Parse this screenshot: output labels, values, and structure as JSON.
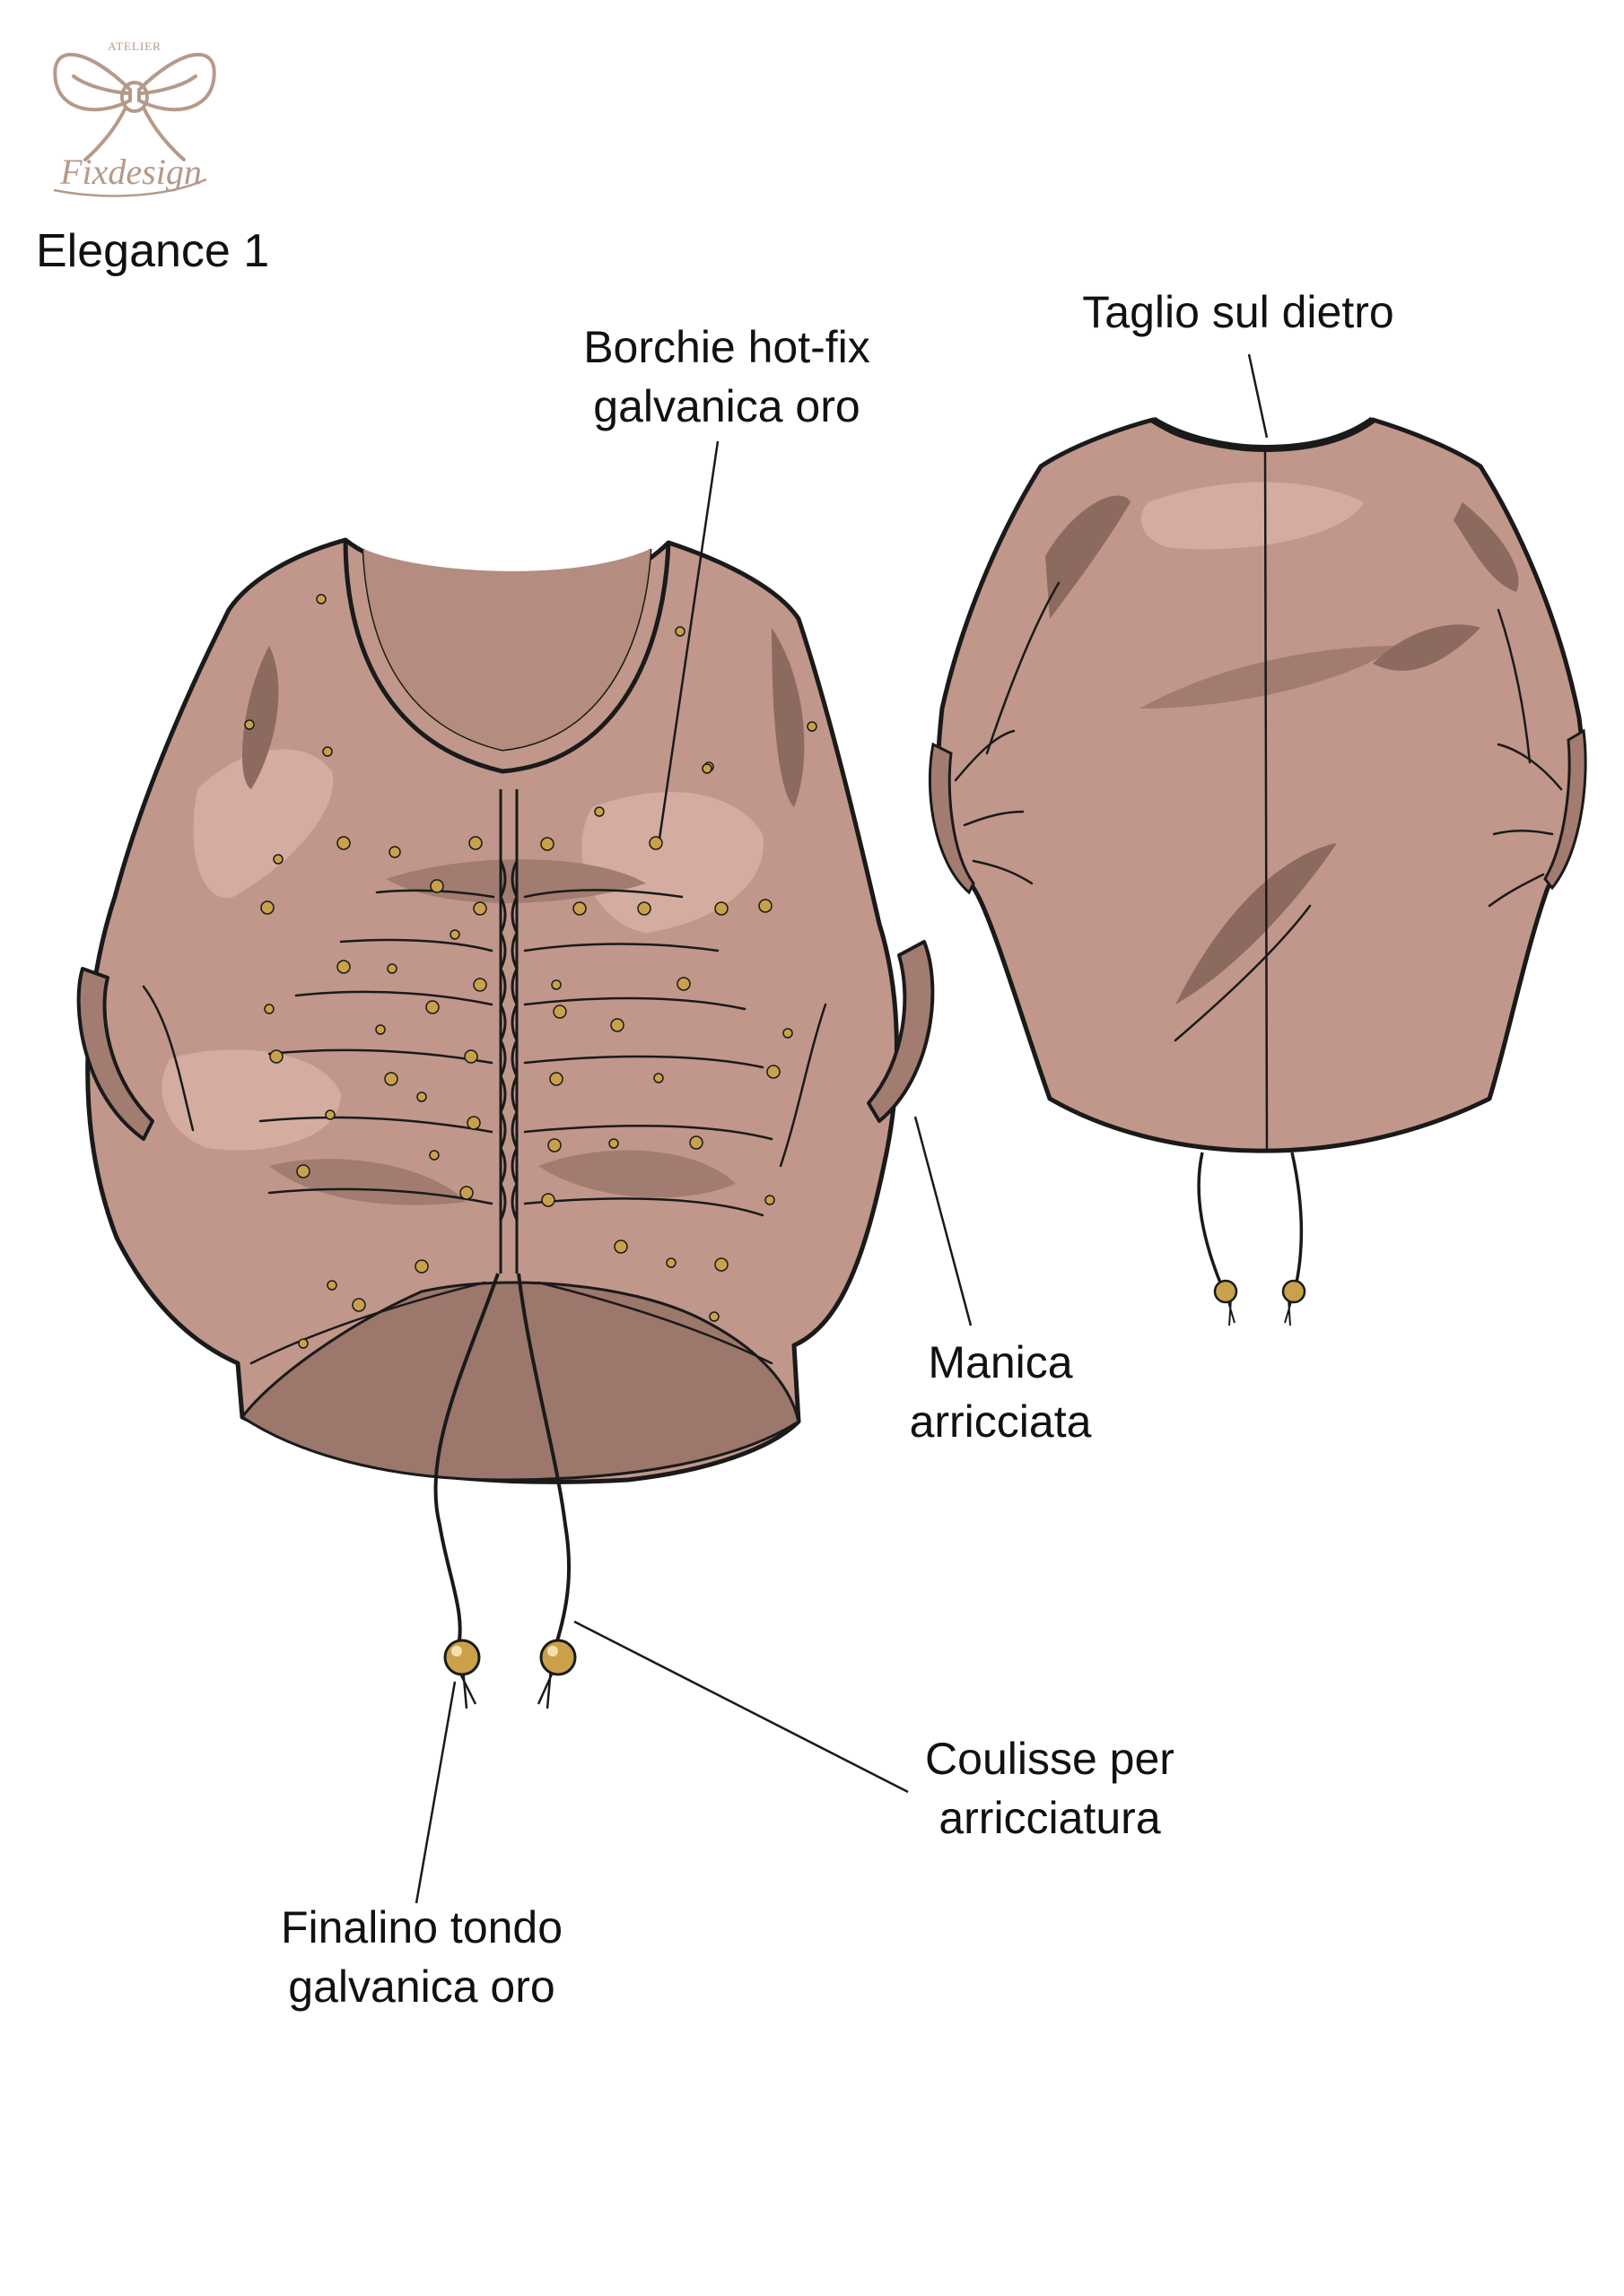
{
  "brand": {
    "top_word": "ATELIER",
    "name": "Fixdesign"
  },
  "title": "Elegance 1",
  "annotations": {
    "studs": [
      "Borchie hot-fix",
      "galvanica oro"
    ],
    "back_seam": [
      "Taglio sul dietro"
    ],
    "sleeve": [
      "Manica",
      "arricciata"
    ],
    "drawstring": [
      "Coulisse per",
      "arricciatura"
    ],
    "end_bead": [
      "Finalino tondo",
      "galvanica oro"
    ]
  },
  "colors": {
    "fabric": "#c0978a",
    "fabric_light": "#d4ada0",
    "fabric_shadow": "#8d6a5f",
    "outline": "#1a1a1a",
    "gold": "#c9a14a",
    "logo": "#b59a8a"
  }
}
